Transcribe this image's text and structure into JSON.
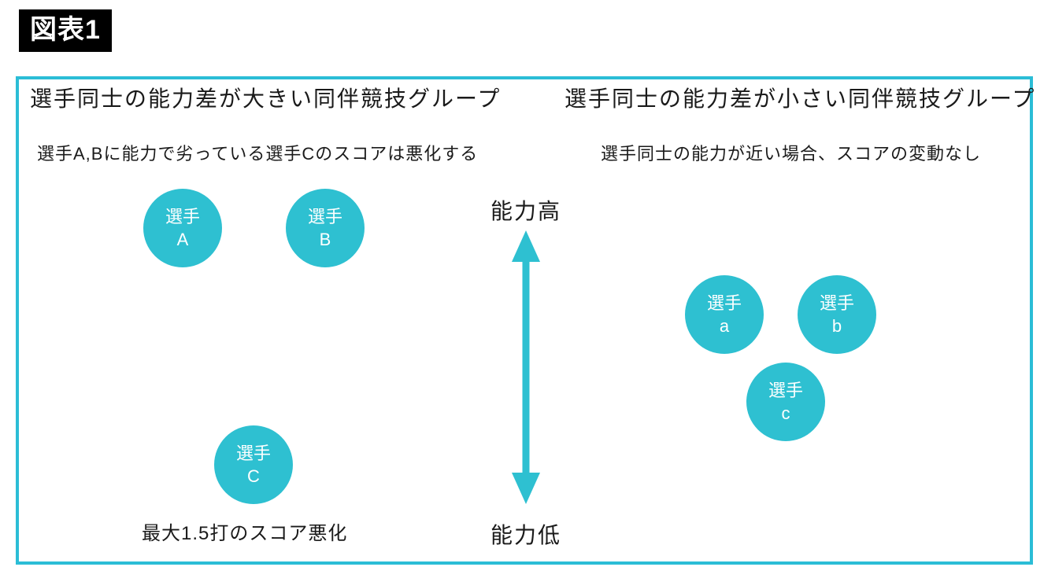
{
  "figure_label": "図表1",
  "colors": {
    "accent": "#2EC0D1",
    "box_border": "#2BBDD6",
    "text": "#1A1A1A",
    "label_bg": "#000000",
    "label_text": "#FFFFFF",
    "circle_text": "#FFFFFF"
  },
  "panels": {
    "left": {
      "title": "選手同士の能力差が大きい同伴競技グループ",
      "subtitle": "選手A,Bに能力で劣っている選手Cのスコアは悪化する",
      "footnote": "最大1.5打のスコア悪化",
      "players": [
        {
          "name": "選手",
          "id": "A"
        },
        {
          "name": "選手",
          "id": "B"
        },
        {
          "name": "選手",
          "id": "C"
        }
      ]
    },
    "right": {
      "title": "選手同士の能力差が小さい同伴競技グループ",
      "subtitle": "選手同士の能力が近い場合、スコアの変動なし",
      "players": [
        {
          "name": "選手",
          "id": "a"
        },
        {
          "name": "選手",
          "id": "b"
        },
        {
          "name": "選手",
          "id": "c"
        }
      ]
    }
  },
  "axis": {
    "high_label": "能力高",
    "low_label": "能力低"
  }
}
